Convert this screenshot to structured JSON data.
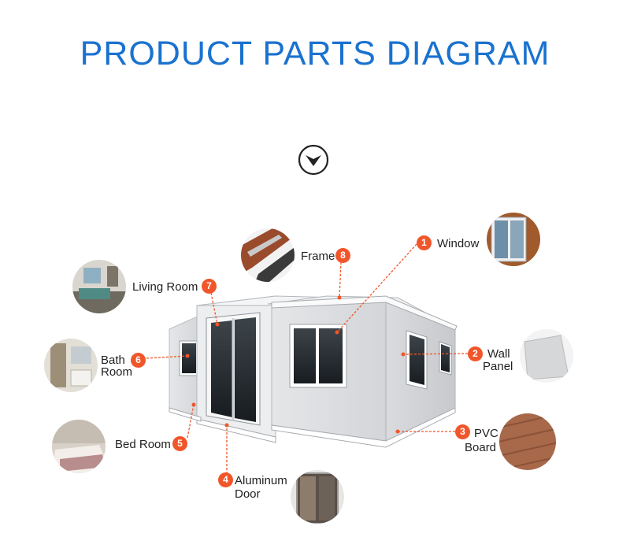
{
  "title": "PRODUCT PARTS DIAGRAM",
  "accent_color": "#f0562a",
  "title_color": "#1a72cf",
  "icons": {
    "scroll_down": "chevron-down-circle-icon"
  },
  "parts": [
    {
      "number": "1",
      "label": "Window"
    },
    {
      "number": "2",
      "label_lines": [
        "Wall",
        "Panel"
      ]
    },
    {
      "number": "3",
      "label_lines": [
        "PVC",
        "Board"
      ]
    },
    {
      "number": "4",
      "label_lines": [
        "Aluminum",
        "Door"
      ]
    },
    {
      "number": "5",
      "label": "Bed Room"
    },
    {
      "number": "6",
      "label_lines": [
        "Bath",
        "Room"
      ]
    },
    {
      "number": "7",
      "label": "Living Room"
    },
    {
      "number": "8",
      "label": "Frame"
    }
  ]
}
